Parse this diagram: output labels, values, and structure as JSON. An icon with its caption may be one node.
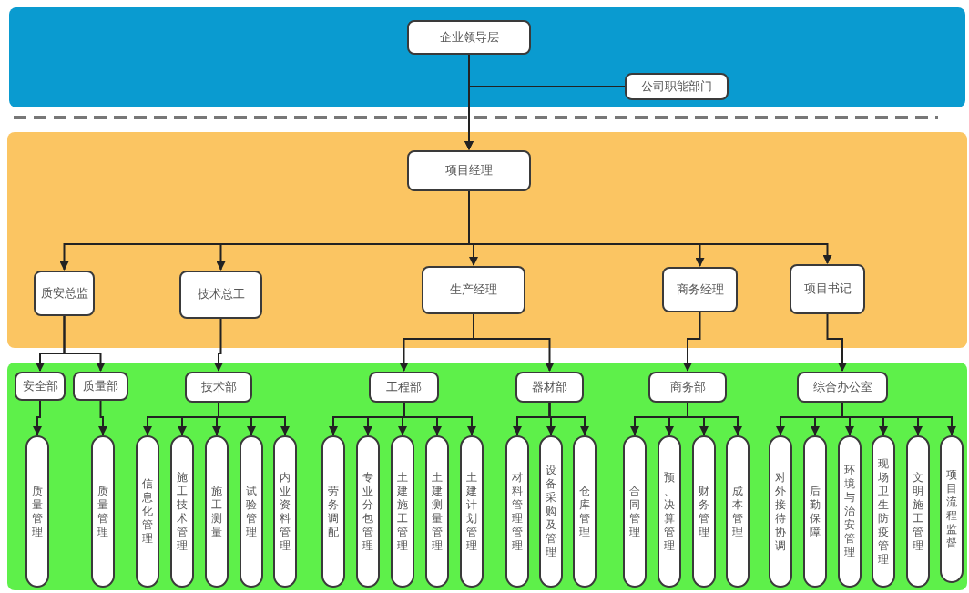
{
  "diagram": {
    "nodes": [
      {
        "text": [
          "企业领导层"
        ]
      },
      {
        "text": [
          "公司职能部门"
        ]
      },
      {
        "text": [
          "项目经理"
        ]
      },
      {
        "text": [
          "质安总监"
        ]
      },
      {
        "text": [
          "技术总工"
        ]
      },
      {
        "text": [
          "生产经理"
        ]
      },
      {
        "text": [
          "商务经理"
        ]
      },
      {
        "text": [
          "项目书记"
        ]
      },
      {
        "text": [
          "安全部"
        ]
      },
      {
        "text": [
          "质量部"
        ]
      },
      {
        "text": [
          "技术部"
        ]
      },
      {
        "text": [
          "工程部"
        ]
      },
      {
        "text": [
          "器材部"
        ]
      },
      {
        "text": [
          "商务部"
        ]
      },
      {
        "text": [
          "综合办公室"
        ]
      },
      {
        "text": [
          "质量管理"
        ]
      },
      {
        "text": [
          "质量管理"
        ]
      },
      {
        "text": [
          "信息化管理"
        ]
      },
      {
        "text": [
          "施工技术管理"
        ]
      },
      {
        "text": [
          "施工测量"
        ]
      },
      {
        "text": [
          "试验管理"
        ]
      },
      {
        "text": [
          "内业资料管理"
        ]
      },
      {
        "text": [
          "劳务调配"
        ]
      },
      {
        "text": [
          "专业分包管理"
        ]
      },
      {
        "text": [
          "土建施工管理"
        ]
      },
      {
        "text": [
          "土建测量管理"
        ]
      },
      {
        "text": [
          "土建计划管理"
        ]
      },
      {
        "text": [
          "材料管理管理"
        ]
      },
      {
        "text": [
          "设备采购及管理"
        ]
      },
      {
        "text": [
          "仓库管理"
        ]
      },
      {
        "text": [
          "合同管理"
        ]
      },
      {
        "text": [
          "预、决算管理"
        ]
      },
      {
        "text": [
          "财务管理"
        ]
      },
      {
        "text": [
          "成本管理"
        ]
      },
      {
        "text": [
          "对外接待协调"
        ]
      },
      {
        "text": [
          "后勤保障"
        ]
      },
      {
        "text": [
          "环境与治安管理"
        ]
      },
      {
        "text": [
          "现场卫生防疫管理"
        ]
      },
      {
        "text": [
          "文明施工管理"
        ]
      },
      {
        "text": [
          "项目流程监督"
        ]
      }
    ],
    "edges": [
      {
        "from": 0,
        "to": 2,
        "arrow": "to"
      },
      {
        "from": 1,
        "to": 2,
        "arrow": "to"
      },
      {
        "from": 2,
        "to": 3,
        "arrow": "to"
      },
      {
        "from": 2,
        "to": 4,
        "arrow": "to"
      },
      {
        "from": 2,
        "to": 5,
        "arrow": "to"
      },
      {
        "from": 2,
        "to": 6,
        "arrow": "to"
      },
      {
        "from": 2,
        "to": 7,
        "arrow": "to"
      },
      {
        "from": 3,
        "to": 8,
        "arrow": "to"
      },
      {
        "from": 3,
        "to": 9,
        "arrow": "to"
      },
      {
        "from": 4,
        "to": 10,
        "arrow": "to"
      },
      {
        "from": 5,
        "to": 11,
        "arrow": "to"
      },
      {
        "from": 5,
        "to": 12,
        "arrow": "to"
      },
      {
        "from": 6,
        "to": 13,
        "arrow": "to"
      },
      {
        "from": 7,
        "to": 14,
        "arrow": "to"
      },
      {
        "from": 8,
        "to": 15,
        "arrow": "to"
      },
      {
        "from": 9,
        "to": 16,
        "arrow": "to"
      },
      {
        "from": 10,
        "to": 17,
        "arrow": "to"
      },
      {
        "from": 10,
        "to": 18,
        "arrow": "to"
      },
      {
        "from": 10,
        "to": 19,
        "arrow": "to"
      },
      {
        "from": 10,
        "to": 20,
        "arrow": "to"
      },
      {
        "from": 10,
        "to": 21,
        "arrow": "to"
      },
      {
        "from": 11,
        "to": 22,
        "arrow": "to"
      },
      {
        "from": 11,
        "to": 23,
        "arrow": "to"
      },
      {
        "from": 11,
        "to": 24,
        "arrow": "to"
      },
      {
        "from": 11,
        "to": 25,
        "arrow": "to"
      },
      {
        "from": 11,
        "to": 26,
        "arrow": "to"
      },
      {
        "from": 12,
        "to": 27,
        "arrow": "to"
      },
      {
        "from": 12,
        "to": 28,
        "arrow": "to"
      },
      {
        "from": 12,
        "to": 29,
        "arrow": "to"
      },
      {
        "from": 13,
        "to": 30,
        "arrow": "to"
      },
      {
        "from": 13,
        "to": 31,
        "arrow": "to"
      },
      {
        "from": 13,
        "to": 32,
        "arrow": "to"
      },
      {
        "from": 13,
        "to": 33,
        "arrow": "to"
      },
      {
        "from": 14,
        "to": 34,
        "arrow": "to"
      },
      {
        "from": 14,
        "to": 35,
        "arrow": "to"
      },
      {
        "from": 14,
        "to": 36,
        "arrow": "to"
      },
      {
        "from": 14,
        "to": 37,
        "arrow": "to"
      },
      {
        "from": 14,
        "to": 38,
        "arrow": "to"
      },
      {
        "from": 14,
        "to": 39,
        "arrow": "to"
      }
    ]
  }
}
